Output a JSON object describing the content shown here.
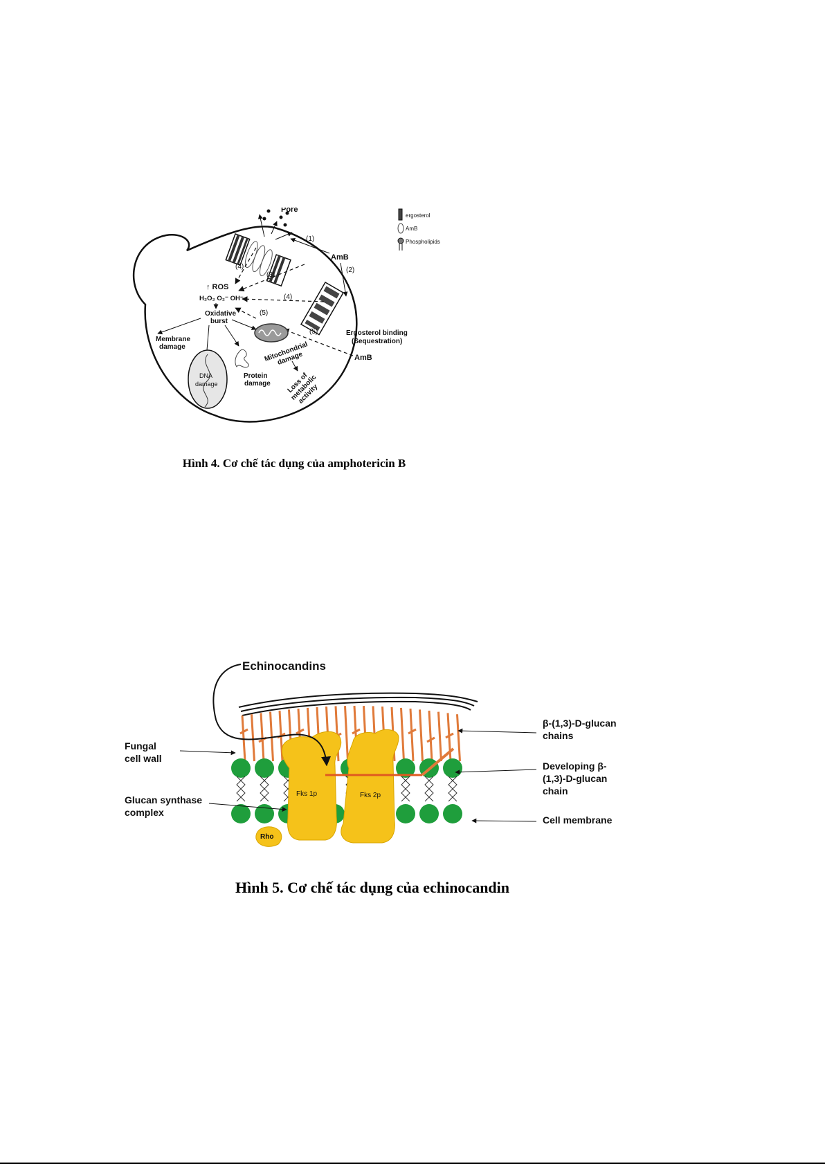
{
  "figure4": {
    "labels": {
      "pore": "Pore",
      "amb_top": "AmB",
      "amb_bottom": "AmB",
      "n1": "(1)",
      "n2": "(2)",
      "n3": "(3)",
      "n4a": "(4)",
      "n4b": "(4)",
      "n5a": "(5)",
      "n5b": "(5)",
      "ros": "↑ ROS",
      "ros_species": "H₂O₂  O₂⁻  OH⁻",
      "oxidative": "Oxidative",
      "burst": "burst",
      "membrane": "Membrane",
      "membrane_damage": "damage",
      "dna": "DNA",
      "dna_damage": "damage",
      "protein": "Protein",
      "protein_damage": "damage",
      "mito": "Mitochondrial",
      "mito_damage": "damage",
      "loss1": "Loss of",
      "loss2": "metabolic",
      "loss3": "activity",
      "ergo1": "Ergosterol binding",
      "ergo2": "(Sequestration)"
    },
    "legend": {
      "ergosterol": "ergosterol",
      "amb": "AmB",
      "phospholipids": "Phospholipids"
    },
    "caption": "Hình 4. Cơ chế tác dụng của amphotericin B"
  },
  "figure5": {
    "labels": {
      "echinocandins": "Echinocandins",
      "fungal1": "Fungal",
      "fungal2": "cell wall",
      "glucan1": "Glucan synthase",
      "glucan2": "complex",
      "chains1": "β-(1,3)-D-glucan",
      "chains2": "chains",
      "dev1": "Developing β-",
      "dev2": "(1,3)-D-glucan",
      "dev3": "chain",
      "cellmem": "Cell membrane",
      "fks1": "Fks 1p",
      "fks2": "Fks 2p",
      "rho": "Rho"
    },
    "colors": {
      "yellow": "#f5c21a",
      "green": "#1f9e3c",
      "orange": "#e07a3a"
    },
    "caption": "Hình 5. Cơ chế tác dụng của echinocandin"
  }
}
